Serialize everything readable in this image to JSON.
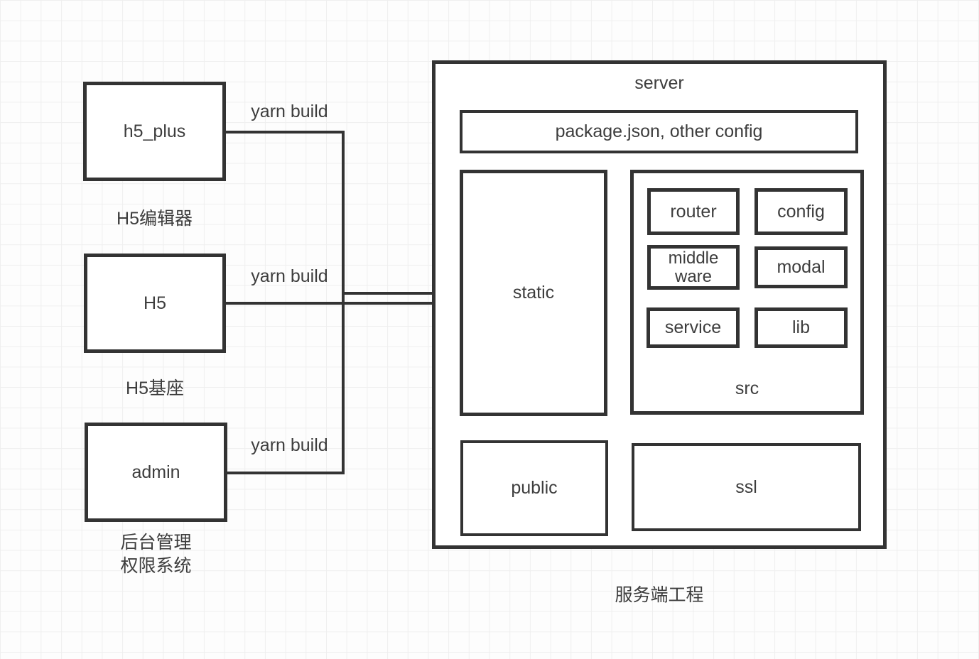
{
  "colors": {
    "stroke": "#333333",
    "text": "#3d3d3d",
    "grid": "#efefef",
    "canvas": "#fdfdfd"
  },
  "left_nodes": [
    {
      "label": "h5_plus",
      "caption": "H5编辑器",
      "edge_label": "yarn build"
    },
    {
      "label": "H5",
      "caption": "H5基座",
      "edge_label": "yarn build"
    },
    {
      "label": "admin",
      "caption": "后台管理\n权限系统",
      "edge_label": "yarn build"
    }
  ],
  "server": {
    "title": "server",
    "config_label": "package.json, other config",
    "static_label": "static",
    "src_label": "src",
    "src_children": [
      {
        "label": "router"
      },
      {
        "label": "config"
      },
      {
        "label": "middle ware"
      },
      {
        "label": "modal"
      },
      {
        "label": "service"
      },
      {
        "label": "lib"
      }
    ],
    "public_label": "public",
    "ssl_label": "ssl",
    "caption": "服务端工程"
  }
}
